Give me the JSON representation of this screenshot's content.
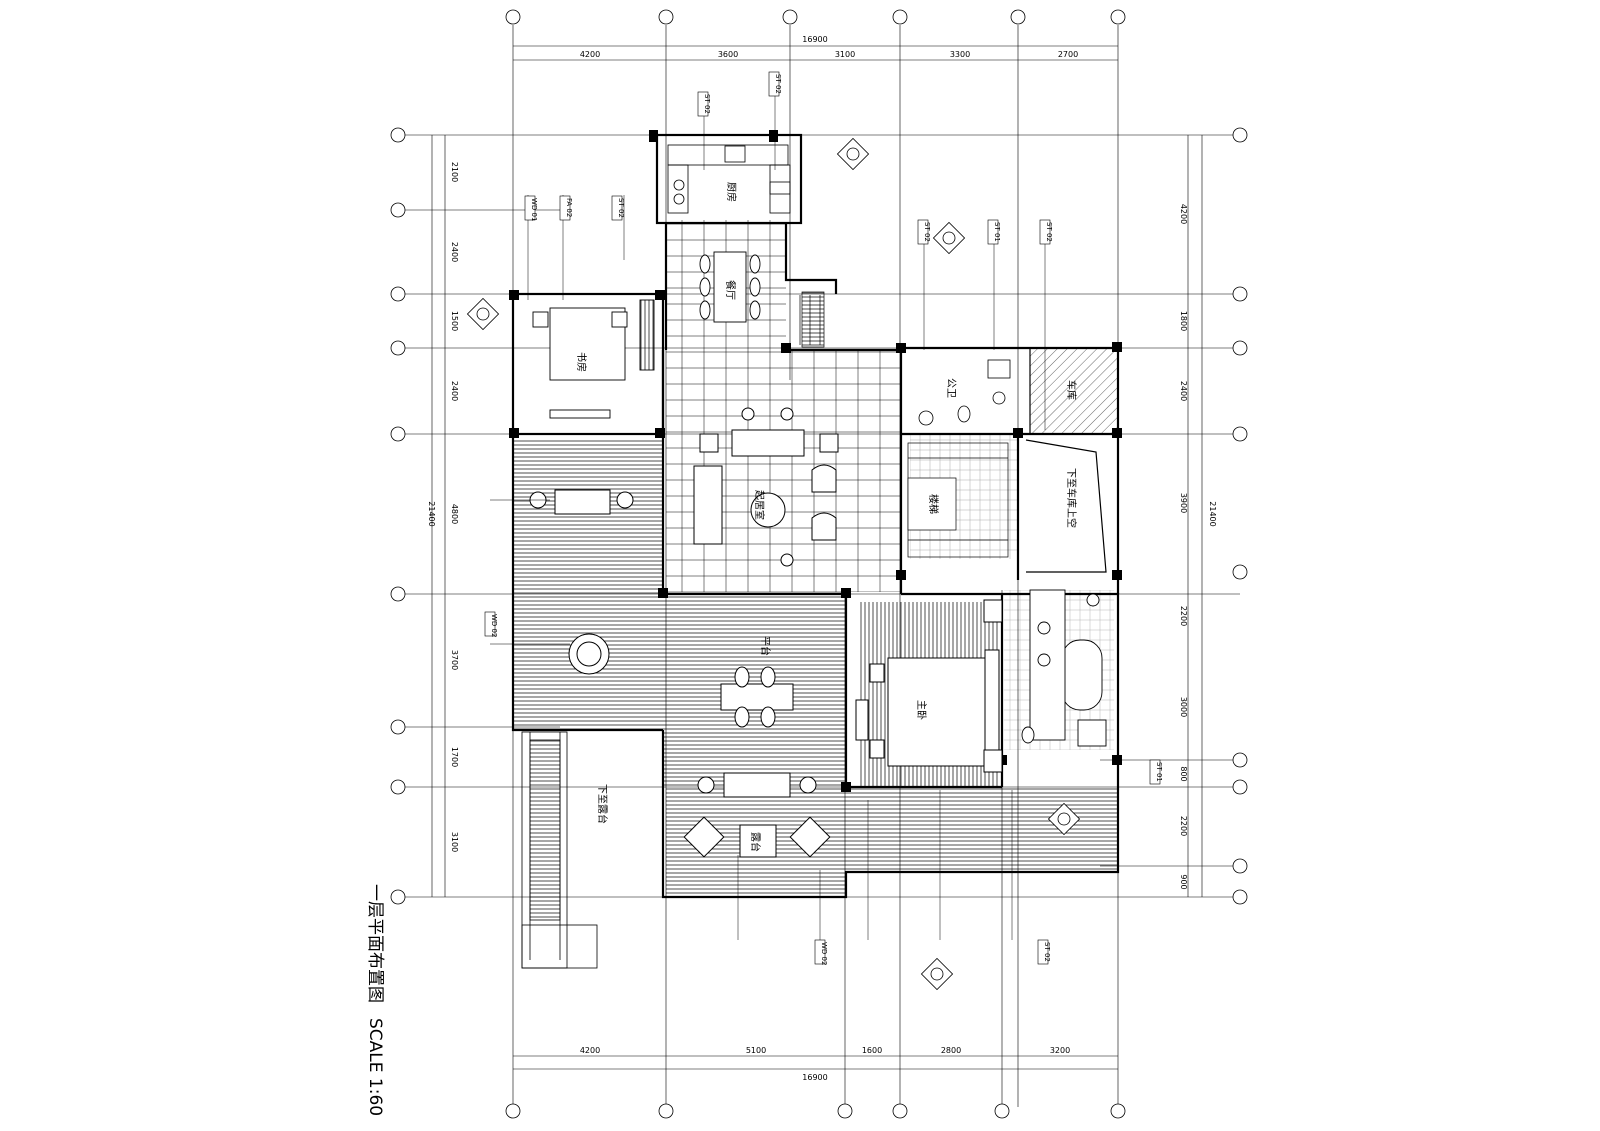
{
  "title": "一层平面布置图",
  "scale": "SCALE 1:60",
  "dims_top_total": "16900",
  "dims_top": [
    "4200",
    "3600",
    "3100",
    "3300",
    "2700"
  ],
  "dims_bottom_total": "16900",
  "dims_bottom": [
    "4200",
    "5100",
    "1600",
    "2800",
    "3200"
  ],
  "dims_left": [
    "2100",
    "2400",
    "1500",
    "2400",
    "4800",
    "3700",
    "1700",
    "3100"
  ],
  "dims_left_total": "21400",
  "dims_right": [
    "4200",
    "1800",
    "2400",
    "3900",
    "2200",
    "3000",
    "800",
    "2200",
    "900"
  ],
  "dims_right_total": "21400",
  "rooms": {
    "kitchen": "厨房",
    "dining": "餐厅",
    "study": "书房",
    "living": "起居室",
    "stair": "楼梯",
    "bath": "公卫",
    "garage": "车库",
    "down_garage": "下至车库上空",
    "terrace": "平台",
    "bedroom": "主卧",
    "dining_terrace": "露台",
    "lower_platform": "下至露台"
  },
  "material_tags": [
    "ST 02",
    "ST 02",
    "ST 02",
    "FA 02",
    "WD 01",
    "ST 02",
    "ST 01",
    "ST 02",
    "WD 02",
    "WD 02",
    "ST 01",
    "ST 02"
  ],
  "colors": {
    "line": "#000000",
    "background": "#ffffff"
  }
}
